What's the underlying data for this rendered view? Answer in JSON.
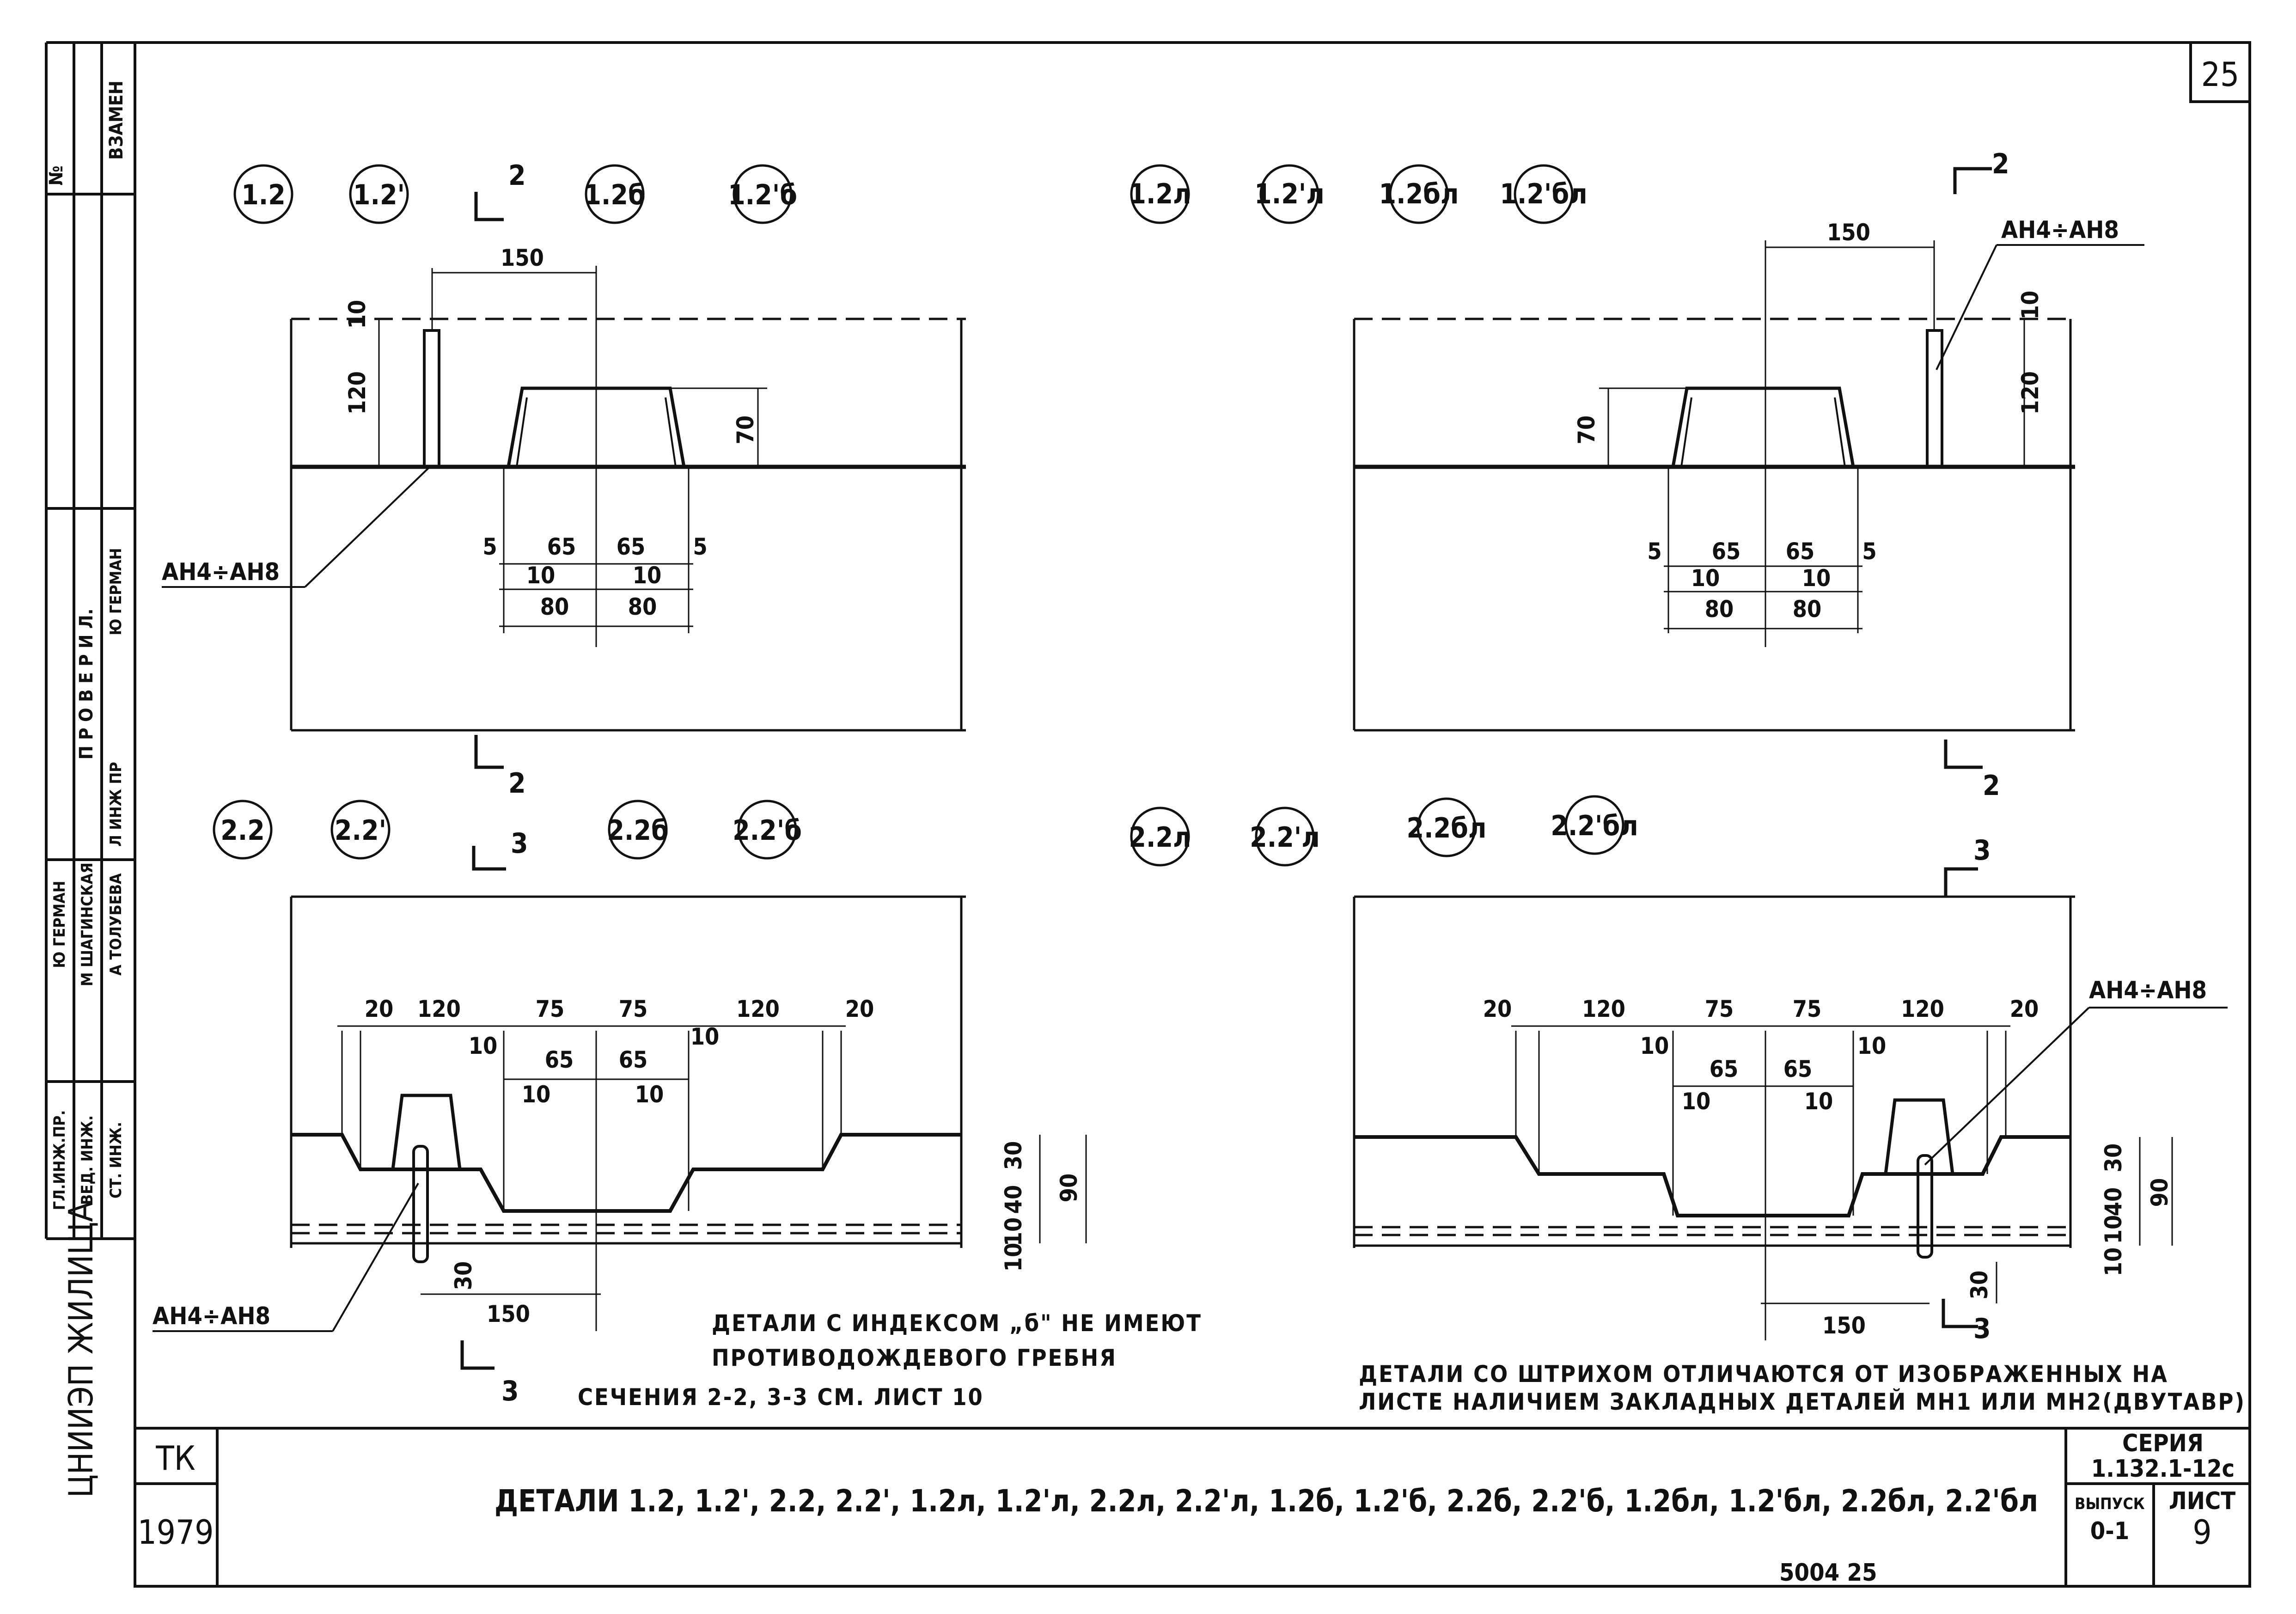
{
  "sheet_number": "25",
  "top_left_box": {
    "text": "ВЗАМЕН"
  },
  "side_stamp": {
    "org": "ЦНИИЭП ЖИЛИЩА",
    "roles": [
      "ГЛ.ИНЖ.ПР.",
      "ВЕД. ИНЖ.",
      "СТ. ИНЖ."
    ],
    "names": [
      "Ю ГЕРМАН",
      "М ШАГИНСКАЯ",
      "А ТОЛУБЕВА"
    ],
    "proverila": "П Р О В Е Р И Л.",
    "proverila_role": "Л ИНЖ ПР",
    "proverila_name": "Ю ГЕРМАН",
    "number_mark": "№"
  },
  "panels": {
    "p1": {
      "marks": [
        "1.2",
        "1.2'",
        "1.2б",
        "1.2'б"
      ],
      "section_top": "2",
      "section_bottom": "2",
      "leader": "АН4÷АН8",
      "dims": {
        "w150": "150",
        "h10": "10",
        "h120": "120",
        "h70": "70",
        "b5": "5",
        "b65": "65",
        "b10": "10",
        "b80": "80"
      }
    },
    "p2": {
      "marks": [
        "1.2л",
        "1.2'л",
        "1.2бл",
        "1.2'бл"
      ],
      "section_top": "2",
      "section_bottom": "2",
      "leader": "АН4÷АН8",
      "dims": {
        "w150": "150",
        "h10": "10",
        "h120": "120",
        "h70": "70",
        "b5": "5",
        "b65": "65",
        "b10": "10",
        "b80": "80"
      }
    },
    "p3": {
      "marks": [
        "2.2",
        "2.2'",
        "2.2б",
        "2.2'б"
      ],
      "section_top": "3",
      "section_bottom": "3",
      "leader": "АН4÷АН8",
      "dims": {
        "d20": "20",
        "d120": "120",
        "d75": "75",
        "d65": "65",
        "d10": "10",
        "d30": "30",
        "d40": "40",
        "d90": "90",
        "d150": "150"
      }
    },
    "p4": {
      "marks": [
        "2.2л",
        "2.2'л",
        "2.2бл",
        "2.2'бл"
      ],
      "section_top": "3",
      "section_bottom": "3",
      "leader": "АН4÷АН8",
      "dims": {
        "d20": "20",
        "d120": "120",
        "d75": "75",
        "d65": "65",
        "d10": "10",
        "d30": "30",
        "d40": "40",
        "d90": "90",
        "d150": "150"
      }
    }
  },
  "notes": {
    "note_b_1": "ДЕТАЛИ С ИНДЕКСОМ „б\" НЕ ИМЕЮТ",
    "note_b_2": "ПРОТИВОДОЖДЕВОГО ГРЕБНЯ",
    "sections_ref": "СЕЧЕНИЯ 2-2, 3-3 СМ. ЛИСТ 10",
    "note_prime_1": "ДЕТАЛИ СО ШТРИХОМ ОТЛИЧАЮТСЯ ОТ ИЗОБРАЖЕННЫХ НА",
    "note_prime_2": "ЛИСТЕ НАЛИЧИЕМ ЗАКЛАДНЫХ ДЕТАЛЕЙ МН1 ИЛИ МН2(ДВУТАВР)"
  },
  "title_block": {
    "code": "ТК",
    "year": "1979",
    "title": "ДЕТАЛИ 1.2, 1.2', 2.2, 2.2', 1.2л, 1.2'л, 2.2л, 2.2'л, 1.2б, 1.2'б, 2.2б, 2.2'б, 1.2бл, 1.2'бл, 2.2бл, 2.2'бл",
    "seria_label": "СЕРИЯ",
    "seria_value": "1.132.1-12с",
    "vypusk_label": "ВЫПУСК",
    "vypusk_value": "0-1",
    "list_label": "ЛИСТ",
    "list_value": "9"
  },
  "footer_mark": "5004 25"
}
